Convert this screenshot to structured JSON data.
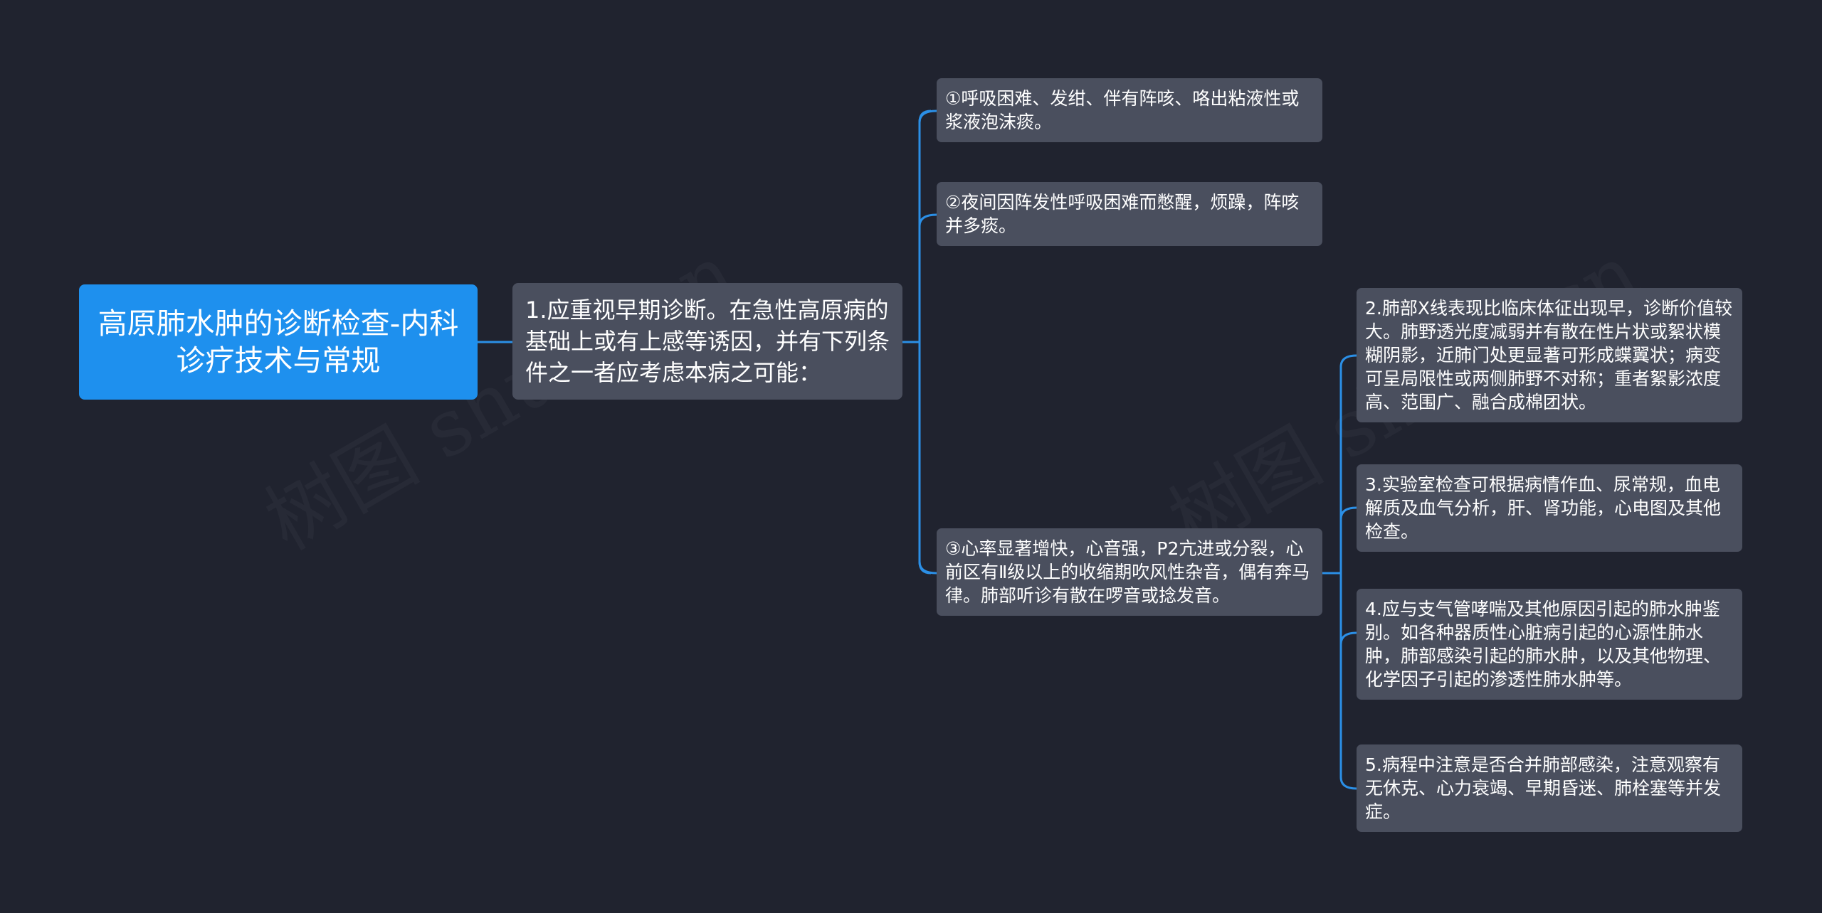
{
  "root": {
    "text": "高原肺水肿的诊断检查-内科诊疗技术与常规"
  },
  "main": {
    "text": "1.应重视早期诊断。在急性高原病的基础上或有上感等诱因，并有下列条件之一者应考虑本病之可能："
  },
  "level2": [
    {
      "text": "①呼吸困难、发绀、伴有阵咳、咯出粘液性或浆液泡沫痰。"
    },
    {
      "text": "②夜间因阵发性呼吸困难而憋醒，烦躁，阵咳并多痰。"
    },
    {
      "text": "③心率显著增快，心音强，P2亢进或分裂，心前区有Ⅱ级以上的收缩期吹风性杂音，偶有奔马律。肺部听诊有散在啰音或捻发音。"
    }
  ],
  "level3": [
    {
      "text": "2.肺部X线表现比临床体征出现早，诊断价值较大。肺野透光度减弱并有散在性片状或絮状模糊阴影，近肺门处更显著可形成蝶翼状；病变可呈局限性或两侧肺野不对称；重者絮影浓度高、范围广、融合成棉团状。"
    },
    {
      "text": "3.实验室检查可根据病情作血、尿常规，血电解质及血气分析，肝、肾功能，心电图及其他检查。"
    },
    {
      "text": "4.应与支气管哮喘及其他原因引起的肺水肿鉴别。如各种器质性心脏病引起的心源性肺水肿，肺部感染引起的肺水肿，以及其他物理、化学因子引起的渗透性肺水肿等。"
    },
    {
      "text": "5.病程中注意是否合并肺部感染，注意观察有无休克、心力衰竭、早期昏迷、肺栓塞等并发症。"
    }
  ],
  "watermark": "树图 shutu.cn",
  "colors": {
    "background": "#20232f",
    "root": "#1e90ee",
    "node": "#4a4f5e",
    "connector": "#2b8fe6",
    "text": "#ffffff"
  }
}
